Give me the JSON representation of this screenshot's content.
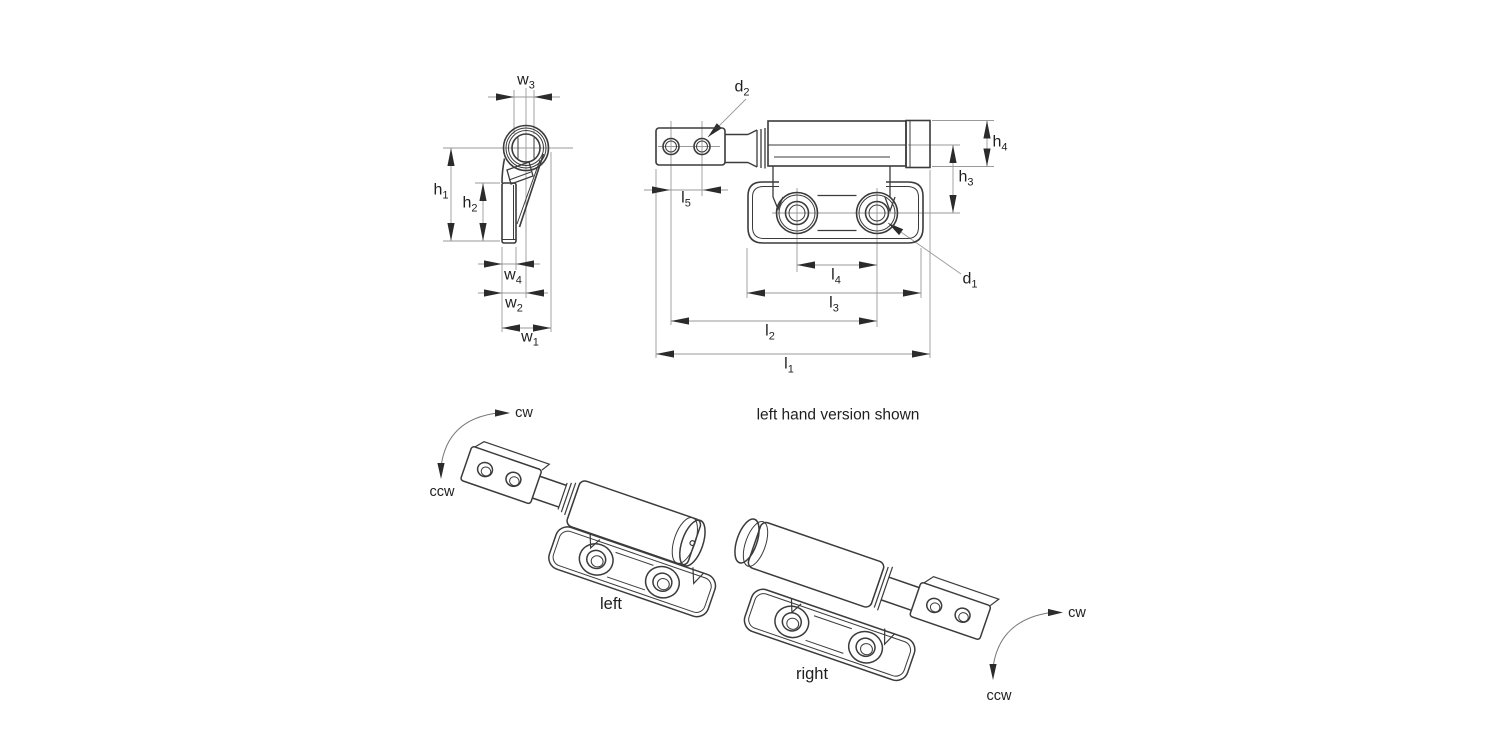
{
  "caption": "left hand version shown",
  "colors": {
    "object_line": "#3b3b3b",
    "thin_line": "#9a9a9a",
    "arrowhead": "#2b2b2b",
    "text": "#1f1f1f",
    "background": "#ffffff"
  },
  "dim_labels": {
    "w3": {
      "base": "w",
      "sub": "3"
    },
    "h1": {
      "base": "h",
      "sub": "1"
    },
    "h2": {
      "base": "h",
      "sub": "2"
    },
    "w4": {
      "base": "w",
      "sub": "4"
    },
    "w2": {
      "base": "w",
      "sub": "2"
    },
    "w1": {
      "base": "w",
      "sub": "1"
    },
    "d2": {
      "base": "d",
      "sub": "2"
    },
    "l5": {
      "base": "l",
      "sub": "5"
    },
    "h4": {
      "base": "h",
      "sub": "4"
    },
    "h3": {
      "base": "h",
      "sub": "3"
    },
    "l4": {
      "base": "l",
      "sub": "4"
    },
    "l3": {
      "base": "l",
      "sub": "3"
    },
    "l2": {
      "base": "l",
      "sub": "2"
    },
    "l1": {
      "base": "l",
      "sub": "1"
    },
    "d1": {
      "base": "d",
      "sub": "1"
    }
  },
  "iso_left": {
    "label": "left",
    "cw": "cw",
    "ccw": "ccw"
  },
  "iso_right": {
    "label": "right",
    "cw": "cw",
    "ccw": "ccw"
  }
}
